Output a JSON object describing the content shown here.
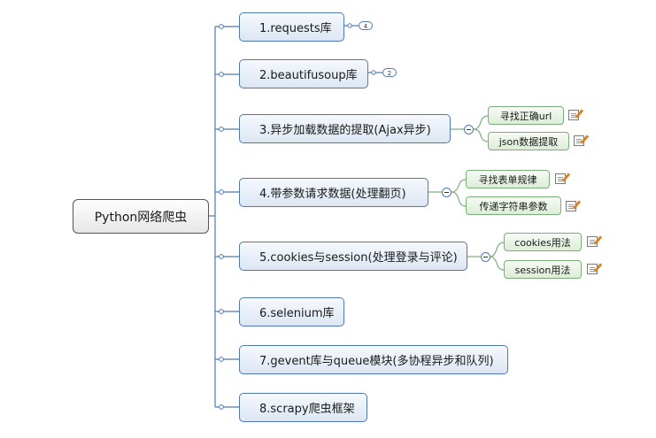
{
  "root": {
    "label": "Python网络爬虫"
  },
  "topics": [
    {
      "label": "1.requests库",
      "count": "4"
    },
    {
      "label": "2.beautifusoup库",
      "count": "2"
    },
    {
      "label": "3.异步加载数据的提取(Ajax异步)",
      "subtopics": [
        "寻找正确url",
        "json数据提取"
      ]
    },
    {
      "label": "4.带参数请求数据(处理翻页)",
      "subtopics": [
        "寻找表单规律",
        "传递字符串参数"
      ]
    },
    {
      "label": "5.cookies与session(处理登录与评论)",
      "subtopics": [
        "cookies用法",
        "session用法"
      ]
    },
    {
      "label": "6.selenium库"
    },
    {
      "label": "7.gevent库与queue模块(多协程异步和队列)"
    },
    {
      "label": "8.scrapy爬虫框架"
    }
  ],
  "colors": {
    "line": "#4f79b1",
    "sub_line": "#7cae7c",
    "topic_border": "#4f79b1",
    "sub_border": "#7cae7c"
  },
  "icons": {
    "note": "note-pencil-icon",
    "collapse": "minus-circle-icon"
  }
}
